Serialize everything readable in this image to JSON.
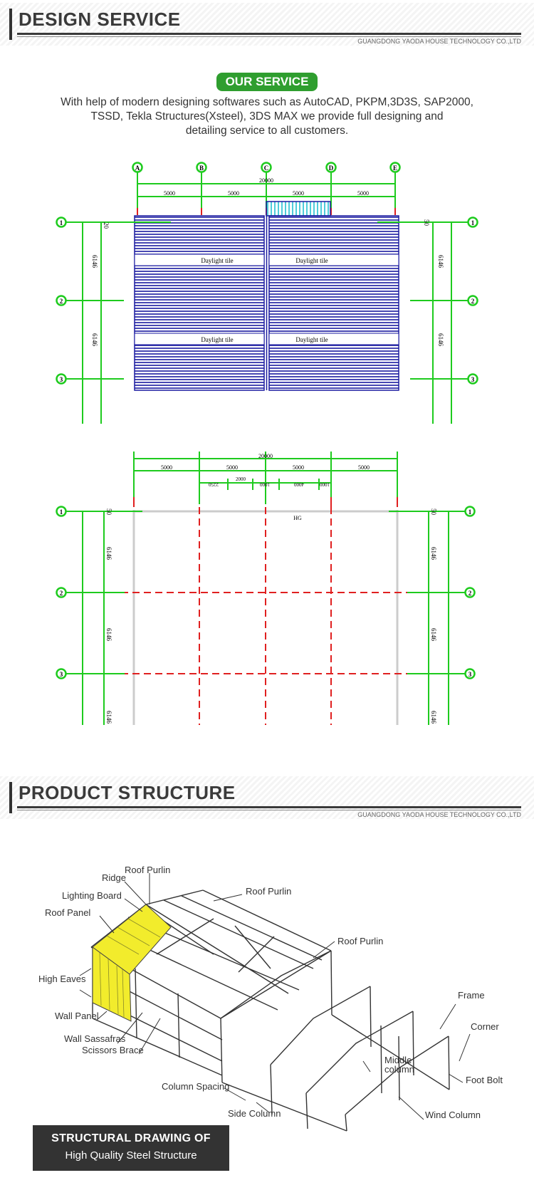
{
  "section1": {
    "title": "DESIGN SERVICE",
    "company": "GUANGDONG YAODA HOUSE TECHNOLOGY CO.,LTD"
  },
  "service": {
    "badge": "OUR SERVICE",
    "line1": "With help of modern designing softwares such as AutoCAD, PKPM,3D3S, SAP2000,",
    "line2": "TSSD, Tekla Structures(Xsteel), 3DS MAX we provide full designing and",
    "line3": "detailing service to all customers."
  },
  "plan1": {
    "axes": [
      "A",
      "B",
      "C",
      "D",
      "E"
    ],
    "rows": [
      "1",
      "2",
      "3"
    ],
    "total": "20000",
    "spans": [
      "5000",
      "5000",
      "5000",
      "5000"
    ],
    "left_top": "20",
    "right_top": "50",
    "bay": "6146",
    "daylight": "Daylight tile"
  },
  "plan2": {
    "total": "20000",
    "spans": [
      "5000",
      "5000",
      "5000",
      "5000"
    ],
    "sub": [
      "2250",
      "2000",
      "1000",
      "4000",
      "1000"
    ],
    "top": "50",
    "bay": "6146",
    "mark": "HG"
  },
  "section2": {
    "title": "PRODUCT STRUCTURE",
    "company": "GUANGDONG YAODA HOUSE TECHNOLOGY CO.,LTD"
  },
  "labels": {
    "roof_purlin_a": "Roof Purlin",
    "ridge": "Ridge",
    "roof_purlin_b": "Roof Purlin",
    "lighting_board": "Lighting Board",
    "roof_panel": "Roof Panel",
    "roof_purlin_c": "Roof Purlin",
    "high_eaves": "High Eaves",
    "frame": "Frame",
    "wall_panel": "Wall Panel",
    "corner": "Corner",
    "wall_sassafras": "Wall Sassafras",
    "scissors_brace": "Scissors Brace",
    "middle": "Middle",
    "column": "column",
    "foot_bolt": "Foot Bolt",
    "column_spacing": "Column Spacing",
    "side_column": "Side Column",
    "wind_column": "Wind Column"
  },
  "caption": {
    "line1": "STRUCTURAL DRAWING OF",
    "line2": "High Quality Steel Structure"
  }
}
